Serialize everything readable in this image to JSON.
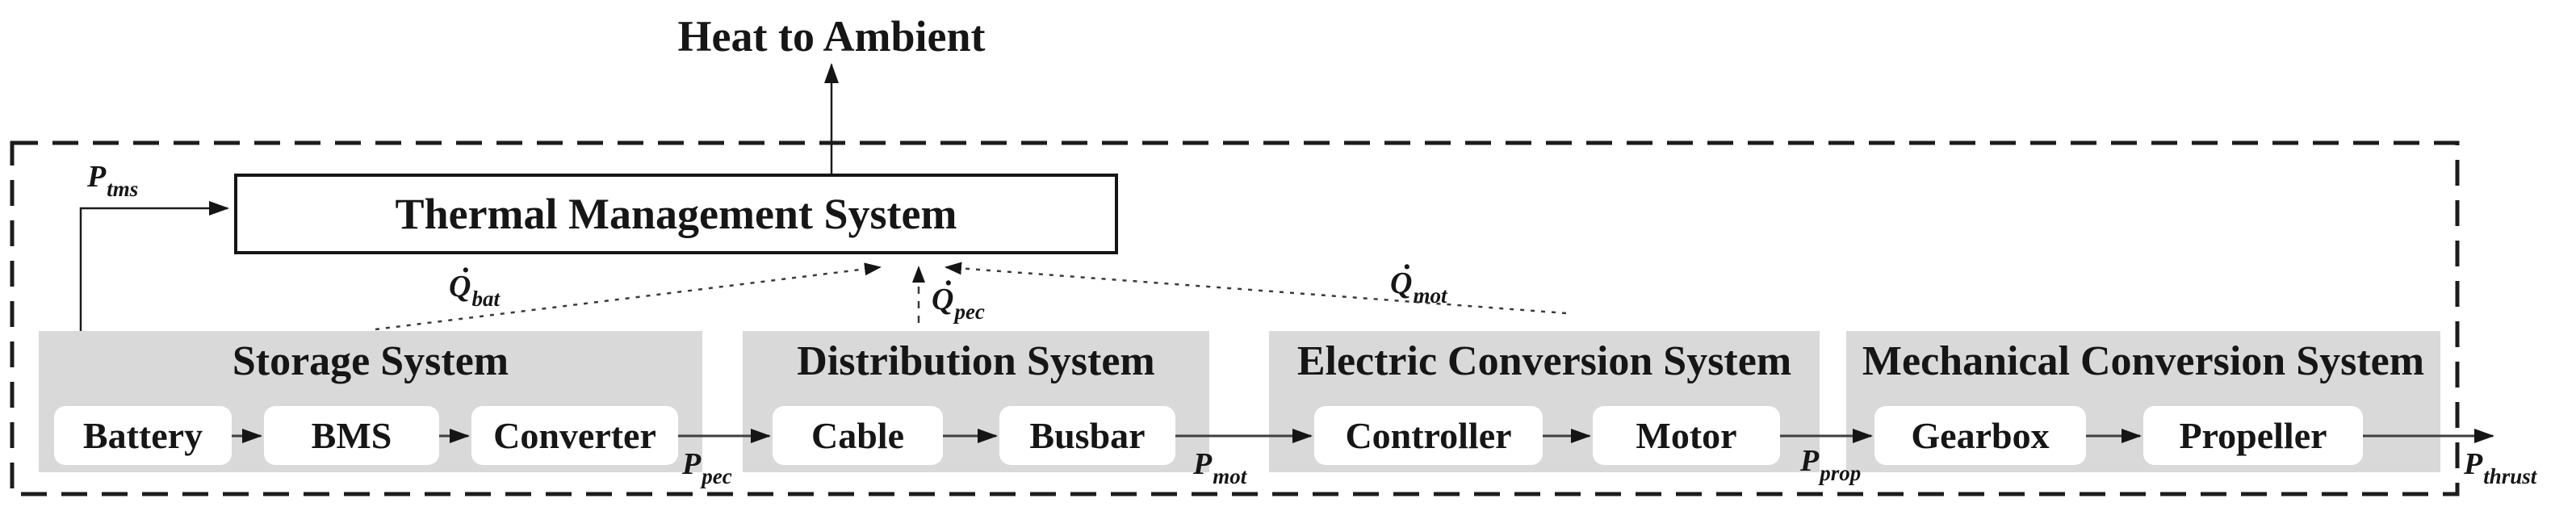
{
  "heading": "Heat to Ambient",
  "tms": {
    "title": "Thermal Management System"
  },
  "systems": [
    {
      "title": "Storage System",
      "components": [
        "Battery",
        "BMS",
        "Converter"
      ]
    },
    {
      "title": "Distribution System",
      "components": [
        "Cable",
        "Busbar"
      ]
    },
    {
      "title": "Electric Conversion System",
      "components": [
        "Controller",
        "Motor"
      ]
    },
    {
      "title": "Mechanical Conversion System",
      "components": [
        "Gearbox",
        "Propeller"
      ]
    }
  ],
  "power_flows": {
    "p_tms": {
      "main": "P",
      "sub": "tms"
    },
    "p_pec": {
      "main": "P",
      "sub": "pec"
    },
    "p_mot": {
      "main": "P",
      "sub": "mot"
    },
    "p_prop": {
      "main": "P",
      "sub": "prop"
    },
    "p_thrust": {
      "main": "P",
      "sub": "thrust"
    }
  },
  "heat_flows": {
    "q_bat": {
      "main": "Q",
      "dot": "·",
      "sub": "bat"
    },
    "q_pec": {
      "main": "Q",
      "dot": "·",
      "sub": "pec"
    },
    "q_mot": {
      "main": "Q",
      "dot": "·",
      "sub": "mot"
    }
  },
  "colors": {
    "system_fill": "#d9d9d9",
    "component_fill": "#ffffff",
    "line": "#1c1c1c",
    "boundary": "#1c1c1c"
  }
}
